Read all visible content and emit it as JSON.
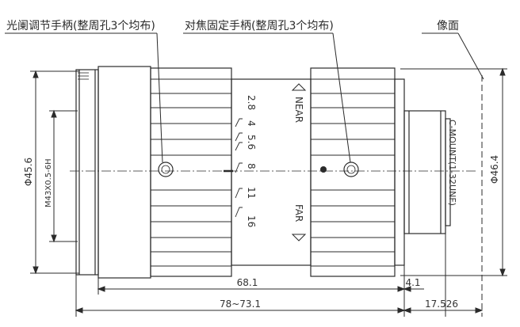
{
  "annotations": {
    "aperture_ring_label": "光阑调节手柄(整周孔3个均布)",
    "focus_lock_label": "对焦固定手柄(整周孔3个均布)",
    "image_plane_label": "像面"
  },
  "scale_marks": {
    "f_numbers": [
      "2.8",
      "4",
      "5.6",
      "8",
      "11",
      "16"
    ],
    "near_label": "NEAR",
    "far_label": "FAR"
  },
  "dimensions": {
    "outer_diameter_left": "Φ45.6",
    "filter_thread": "M43X0.5-6H",
    "mount_diameter_right": "Φ46.4",
    "mount_thread": "C-MOUNT(1-32UNF)",
    "body_length": "68.1",
    "flange_step": "4.1",
    "total_length": "78~73.1",
    "back_focal": "17.526"
  },
  "colors": {
    "line": "#2b2b2b",
    "background": "#ffffff"
  }
}
